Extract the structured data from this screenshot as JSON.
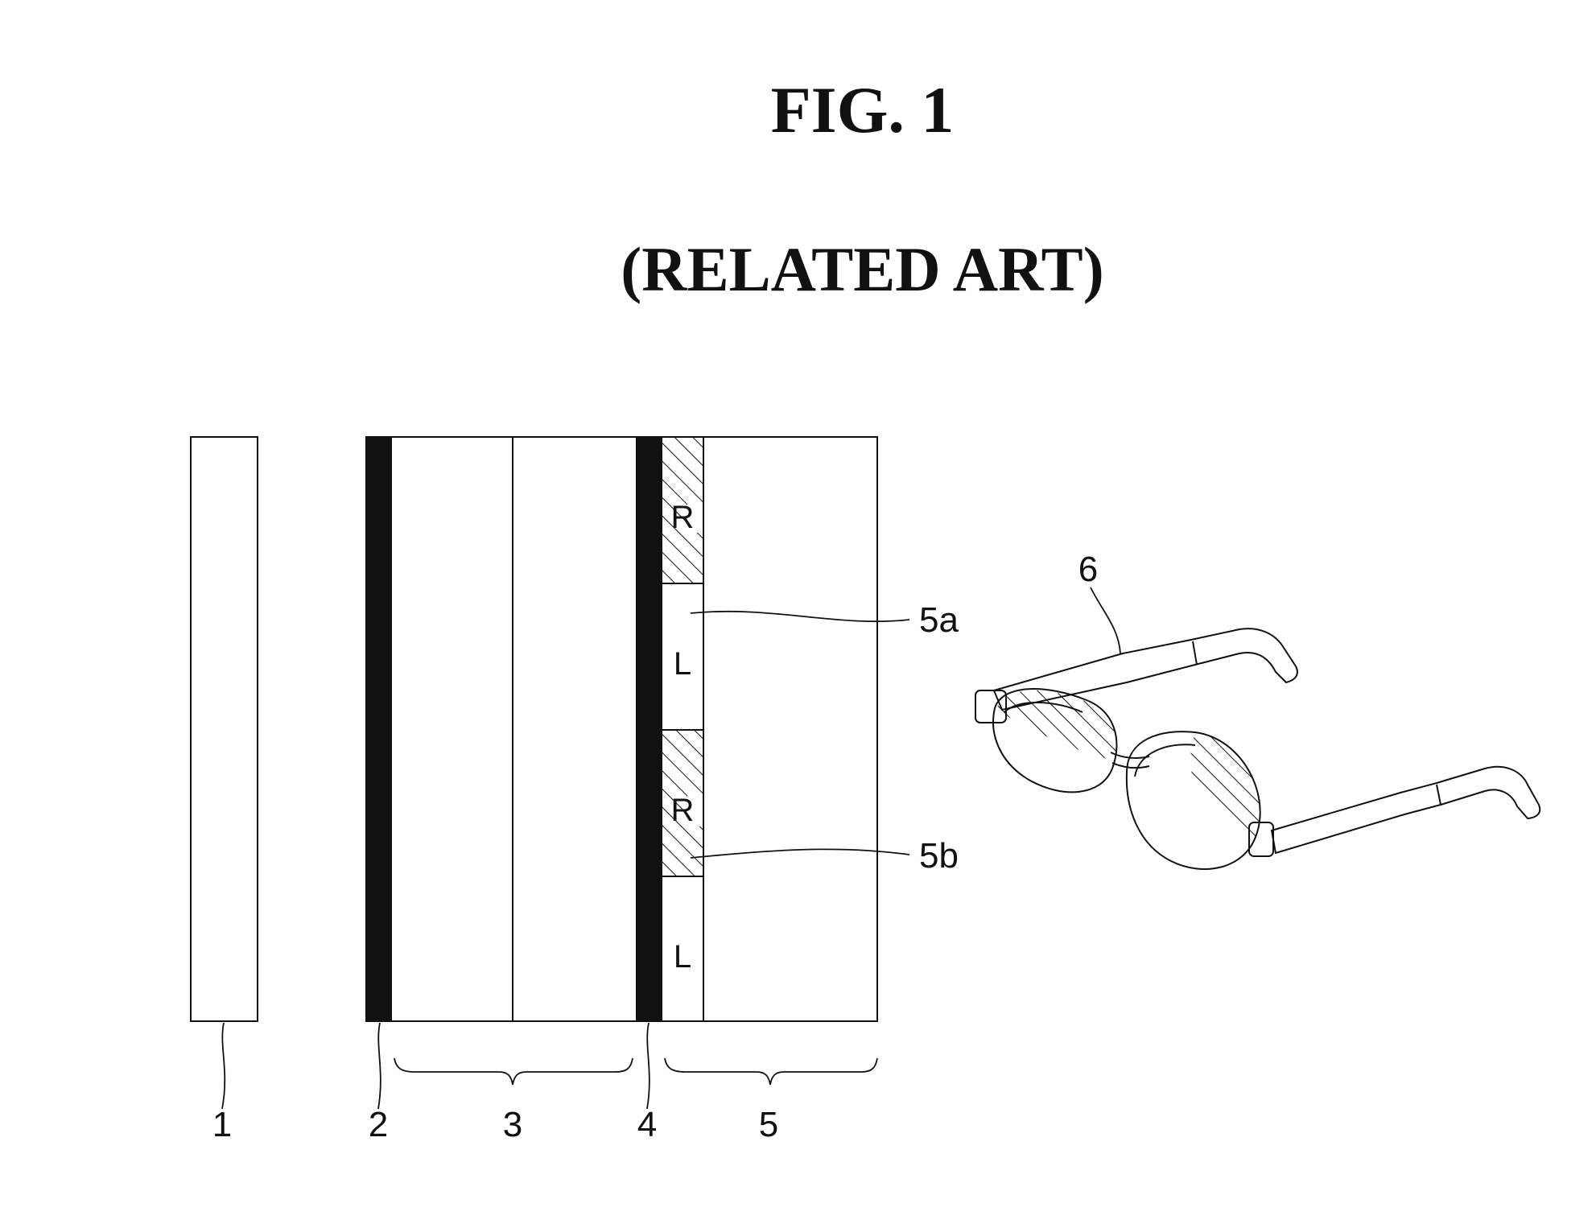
{
  "figure": {
    "title": "FIG. 1",
    "subtitle": "(RELATED ART)"
  },
  "cells": [
    "R",
    "L",
    "R",
    "L"
  ],
  "labels": {
    "backlight": "1",
    "polarizer_lower": "2",
    "panel": "3",
    "polarizer_upper": "4",
    "retarder": "5",
    "retarder_right": "5a",
    "retarder_left": "5b",
    "glasses": "6"
  },
  "colors": {
    "ink": "#111111",
    "paper": "#ffffff"
  }
}
